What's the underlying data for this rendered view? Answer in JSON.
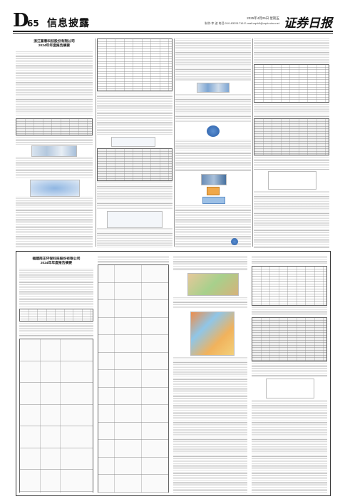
{
  "header": {
    "page_letter": "D",
    "page_number": "65",
    "section_title": "信息披露",
    "date_line": "2025年4月25日 星期五",
    "editor_line": "制作:李 波  电话:010-83251716  E-mail:zqrb9@zqrb.sina.net",
    "masthead": "证券日报"
  },
  "upper_article": {
    "title_line1": "浙江富春科技股份有限公司",
    "title_line2": "2024年年度报告摘要"
  },
  "lower_article": {
    "title_line1": "福建南王环保科技股份有限公司",
    "title_line2": "2024年年度报告摘要"
  }
}
